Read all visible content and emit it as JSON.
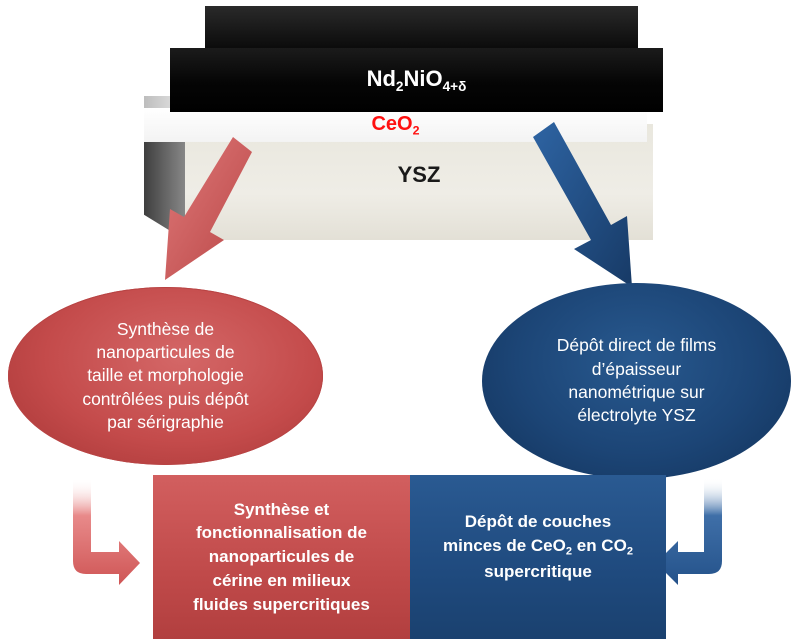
{
  "layers": {
    "top": {
      "base": "Nd",
      "sub1": "2",
      "mid": "NiO",
      "sub2": "4+δ"
    },
    "middle": {
      "base": "CeO",
      "sub": "2"
    },
    "bottom": "YSZ"
  },
  "ellipses": {
    "left": {
      "lines": [
        "Synthèse de",
        "nanoparticules de",
        "taille et morphologie",
        "contrôlées puis dépôt",
        "par sérigraphie"
      ]
    },
    "right": {
      "lines": [
        "Dépôt direct de films",
        "d’épaisseur",
        "nanométrique sur",
        "électrolyte YSZ"
      ]
    }
  },
  "boxes": {
    "left": {
      "lines": [
        "Synthèse et",
        "fonctionnalisation de",
        "nanoparticules de",
        "cérine  en milieux",
        "fluides supercritiques"
      ]
    },
    "right": {
      "line1": "Dépôt de couches",
      "line2_a": "minces de CeO",
      "line2_sub1": "2",
      "line2_b": " en CO",
      "line2_sub2": "2",
      "line3": "supercritique"
    }
  },
  "colors": {
    "red": "#c44b4b",
    "blue": "#1f4a7e",
    "black_layer": "#0a0a0a",
    "ceo2_text": "#ff1010"
  }
}
